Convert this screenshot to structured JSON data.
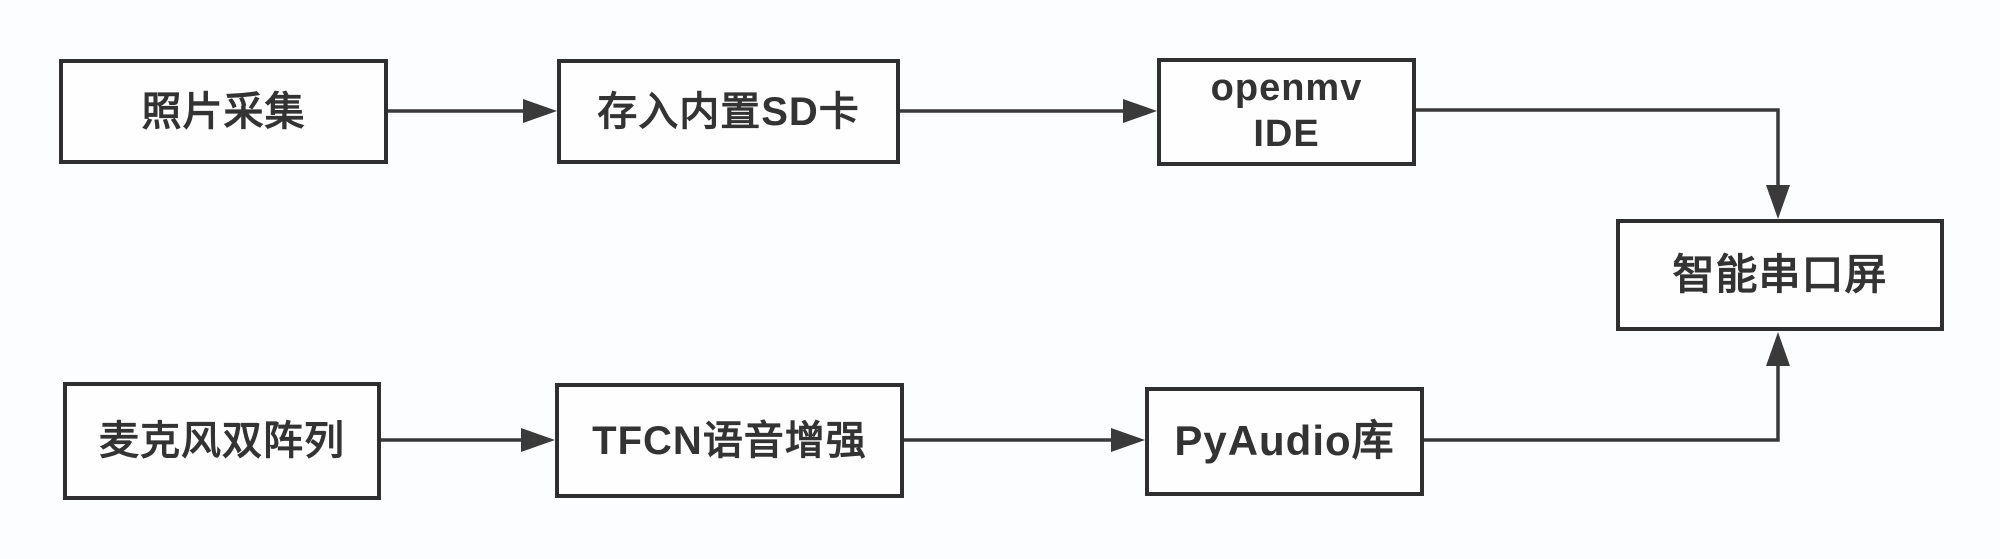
{
  "diagram": {
    "type": "flowchart",
    "colors": {
      "background": "#fcfdfe",
      "box_fill": "#fefefe",
      "box_border": "#2f2f2f",
      "arrow": "#3a3a3a",
      "text": "#333333"
    },
    "nodes": [
      {
        "id": "photo-capture",
        "label": "照片采集"
      },
      {
        "id": "store-sd-card",
        "label": "存入内置SD卡"
      },
      {
        "id": "openmv-ide",
        "label": "openmv\nIDE"
      },
      {
        "id": "smart-serial-screen",
        "label": "智能串口屏"
      },
      {
        "id": "mic-dual-array",
        "label": "麦克风双阵列"
      },
      {
        "id": "tfcn-speech-enhance",
        "label": "TFCN语音增强"
      },
      {
        "id": "pyaudio-lib",
        "label": "PyAudio库"
      }
    ],
    "edges": [
      {
        "from": "photo-capture",
        "to": "store-sd-card"
      },
      {
        "from": "store-sd-card",
        "to": "openmv-ide"
      },
      {
        "from": "openmv-ide",
        "to": "smart-serial-screen"
      },
      {
        "from": "mic-dual-array",
        "to": "tfcn-speech-enhance"
      },
      {
        "from": "tfcn-speech-enhance",
        "to": "pyaudio-lib"
      },
      {
        "from": "pyaudio-lib",
        "to": "smart-serial-screen"
      }
    ]
  }
}
